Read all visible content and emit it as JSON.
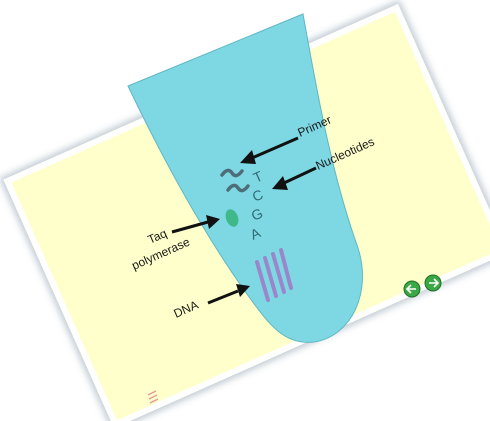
{
  "diagram": {
    "labels": {
      "primer": "Primer",
      "nucleotides": "Nucleotides",
      "taq_line1": "Taq",
      "taq_line2": "polymerase",
      "dna": "DNA"
    },
    "bases": [
      "A",
      "G",
      "C",
      "T"
    ]
  },
  "controls": {
    "back_icon": "back-arrow-icon",
    "forward_icon": "forward-arrow-icon",
    "page_marker_icon": "page-marker-icon"
  },
  "colors": {
    "card_background": "#ffffcc",
    "tube_fill": "#7ed8e4",
    "dna_color": "#9b86c9",
    "primer_color": "#4d6e78",
    "taq_color": "#3fb88a",
    "button_green": "#3aa845",
    "arrow_color": "#111111"
  }
}
